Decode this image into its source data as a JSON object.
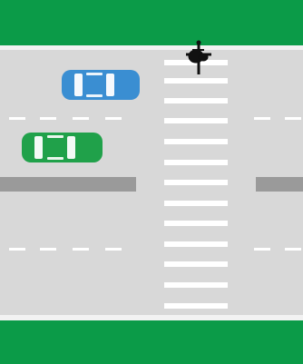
{
  "scene": {
    "type": "top-down road crossing illustration",
    "colors": {
      "grass": "#0b9b48",
      "curb": "#f3f3f3",
      "road": "#d8d8d8",
      "lane_marking": "#ffffff",
      "median": "#9a9a9a",
      "crosswalk": "#ffffff",
      "car_blue": "#3a8ed2",
      "car_green": "#20a14a",
      "car_window": "#ffffff",
      "cyclist": "#111111"
    },
    "elements": {
      "top_grass": "grass-strip",
      "bottom_grass": "grass-strip",
      "road": "road-surface",
      "crosswalk": "zebra-crossing",
      "cyclist": "cyclist-icon",
      "blue_car": "blue-car-icon",
      "green_car": "green-car-icon"
    }
  }
}
